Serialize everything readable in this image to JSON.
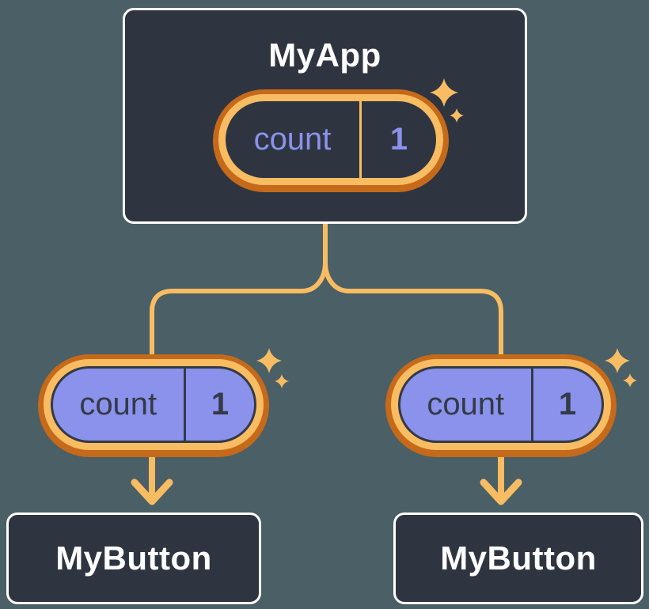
{
  "root_card": {
    "title": "MyApp",
    "state_pill": {
      "label": "count",
      "value": "1"
    }
  },
  "prop_pills": [
    {
      "label": "count",
      "value": "1"
    },
    {
      "label": "count",
      "value": "1"
    }
  ],
  "child_cards": [
    {
      "title": "MyButton"
    },
    {
      "title": "MyButton"
    }
  ],
  "icons": {
    "sparkle": "four-point-star"
  },
  "colors": {
    "bg": "#4A5F66",
    "card_bg": "#2F3540",
    "card_border": "#FFFFFF",
    "title_text": "#FFFFFF",
    "pill_ring_outer": "#C5691A",
    "pill_ring_inner": "#F8BC62",
    "pill_fill": "#8A92EC",
    "state_text": "#8A92EC",
    "prop_text": "#343A46",
    "connector": "#F8BC62"
  }
}
